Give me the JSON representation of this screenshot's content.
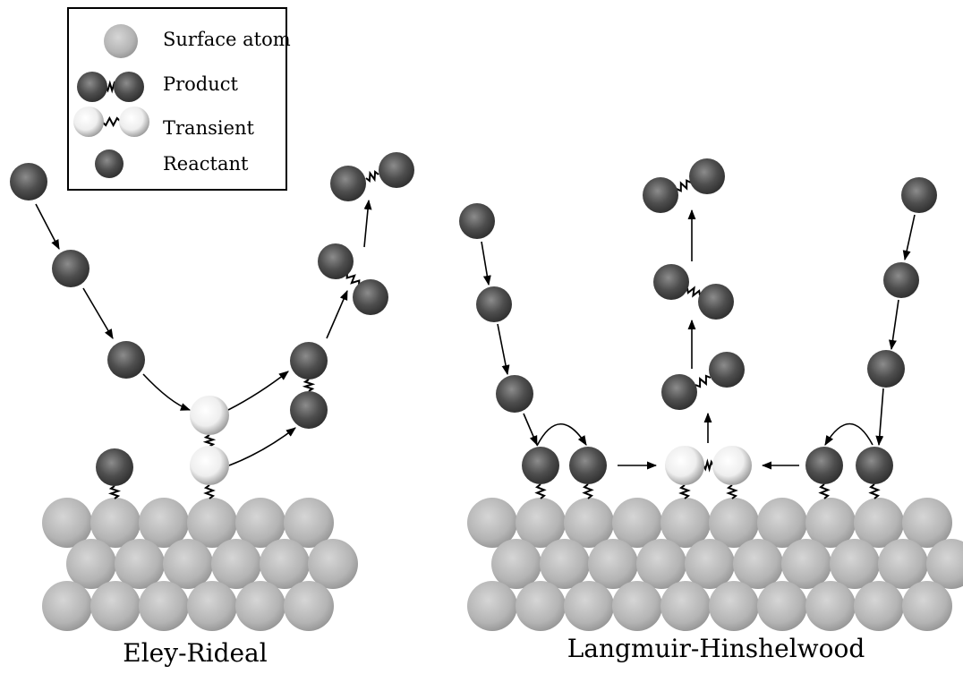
{
  "legend": {
    "items": [
      {
        "key": "surface",
        "label": "Surface atom"
      },
      {
        "key": "product",
        "label": "Product"
      },
      {
        "key": "transient",
        "label": "Transient"
      },
      {
        "key": "reactant",
        "label": "Reactant"
      }
    ]
  },
  "mechanisms": [
    {
      "key": "eley",
      "label": "Eley-Rideal"
    },
    {
      "key": "langmuir",
      "label": "Langmuir-Hinshelwood"
    }
  ],
  "colors": {
    "reactant": "#4a4a4a",
    "transient": "#f4f4f4",
    "surface": "#b4b4b4",
    "line": "#000000"
  }
}
